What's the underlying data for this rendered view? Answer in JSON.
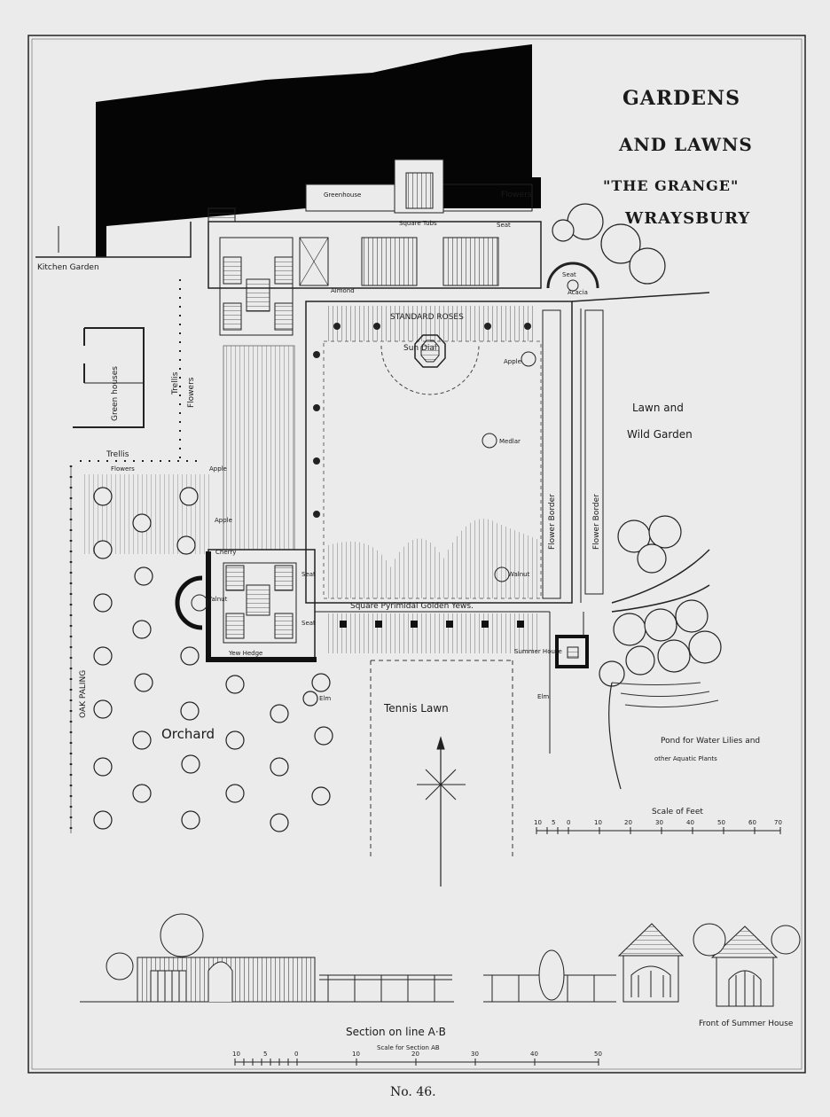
{
  "title": {
    "line1": "GARDENS",
    "line2": "AND LAWNS",
    "line3": "\"THE GRANGE\"",
    "line4": "WRAYSBURY"
  },
  "plate_number": "No. 46.",
  "labels": {
    "kitchen_garden": "Kitchen Garden",
    "green_houses": "Green houses",
    "trellis": "Trellis",
    "flowers": "Flowers",
    "greenhouse": "Greenhouse",
    "square_tubs": "Square Tubs",
    "seat": "Seat",
    "almond": "Almond",
    "acacia": "Acacia",
    "standard_roses": "STANDARD ROSES",
    "sun_dial": "Sun Dial",
    "apple": "Apple",
    "medlar": "Medlar",
    "walnut": "Walnut",
    "cherry": "Cherry",
    "flower_border": "Flower Border",
    "lawn_wild_garden_1": "Lawn and",
    "lawn_wild_garden_2": "Wild Garden",
    "square_pyramidal_yews": "Square Pyrimidal Golden Yews.",
    "yew_hedge": "Yew Hedge",
    "summer_house": "Summer House",
    "tennis_lawn": "Tennis Lawn",
    "elm": "Elm",
    "orchard": "Orchard",
    "oak_paling": "OAK PALING",
    "pond_1": "Pond for Water Lilies and",
    "pond_2": "other Aquatic Plants",
    "scale_of_feet": "Scale of Feet",
    "section_on_line": "Section on line A·B",
    "scale_for_section": "Scale for Section AB",
    "front_of_summer_house": "Front of Summer House"
  },
  "scale_feet_ticks": [
    "10",
    "5",
    "0",
    "10",
    "20",
    "30",
    "40",
    "50",
    "60",
    "70"
  ],
  "scale_section_ticks": [
    "10",
    "5",
    "0",
    "10",
    "20",
    "30",
    "40",
    "50"
  ],
  "colors": {
    "paper": "#ebebeb",
    "ink": "#1a1a1a",
    "solid_fill": "#050505"
  }
}
